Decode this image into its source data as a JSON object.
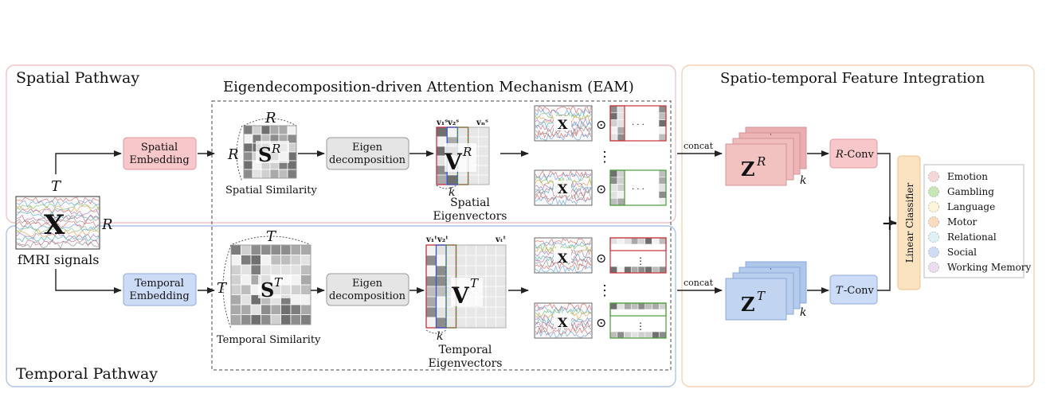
{
  "spatial_pathway": {
    "title": "Spatial Pathway",
    "embedding_label_line1": "Spatial",
    "embedding_label_line2": "Embedding",
    "similarity_caption": "Spatial Similarity",
    "eigenvectors_caption_line1": "Spatial",
    "eigenvectors_caption_line2": "Eigenvectors",
    "matrix_symbol": "S",
    "matrix_superscript": "R",
    "eigvec_symbol": "V",
    "eigvec_superscript": "R",
    "dim_label": "R",
    "vector_labels": [
      "v₁ˢ",
      "v₂ˢ",
      "vₙˢ"
    ]
  },
  "temporal_pathway": {
    "title": "Temporal Pathway",
    "embedding_label_line1": "Temporal",
    "embedding_label_line2": "Embedding",
    "similarity_caption": "Temporal Similarity",
    "eigenvectors_caption_line1": "Temporal",
    "eigenvectors_caption_line2": "Eigenvectors",
    "matrix_symbol": "S",
    "matrix_superscript": "T",
    "eigvec_symbol": "V",
    "eigvec_superscript": "T",
    "dim_label": "T",
    "vector_labels": [
      "v₁ᵗ",
      "v₂ᵗ",
      "vₜᵗ"
    ]
  },
  "eam": {
    "title": "Eigendecomposition-driven Attention Mechanism (EAM)",
    "eigen_line1": "Eigen",
    "eigen_line2": "decomposition",
    "k_label": "k",
    "x_symbol": "X",
    "odot": "⊙",
    "ellipsis_h": "· · ·",
    "ellipsis_v": "⋮"
  },
  "input": {
    "symbol": "X",
    "caption": "fMRI signals",
    "rows_label": "R",
    "cols_label": "T"
  },
  "integration": {
    "title": "Spatio-temporal Feature Integration",
    "concat_label": "concat",
    "z_symbol": "Z",
    "z_spatial_sup": "R",
    "z_temporal_sup": "T",
    "k_label": "k",
    "r_conv_prefix": "R",
    "t_conv_prefix": "T",
    "conv_suffix": "-Conv",
    "plus": "+",
    "classifier_label": "Linear Classifier"
  },
  "legend": {
    "items": [
      {
        "label": "Emotion",
        "color": "#f6d7d9"
      },
      {
        "label": "Gambling",
        "color": "#c6e6b4"
      },
      {
        "label": "Language",
        "color": "#fcf5d7"
      },
      {
        "label": "Motor",
        "color": "#f9dcbd"
      },
      {
        "label": "Relational",
        "color": "#dff1f4"
      },
      {
        "label": "Social",
        "color": "#cfdcf4"
      },
      {
        "label": "Working Memory",
        "color": "#ebdcef"
      }
    ]
  },
  "colors": {
    "spatial_region_border": "#f2c4c7",
    "temporal_region_border": "#aec4e6",
    "integration_region_border": "#f4d3b4",
    "spatial_embed_fill": "#f7c7c9",
    "spatial_embed_stroke": "#e09a9e",
    "temporal_embed_fill": "#cddcf6",
    "temporal_embed_stroke": "#8eaad8",
    "eigen_box_fill": "#e5e5e5",
    "classifier_fill": "#fbe3c2",
    "z_spatial": "#efb8b5",
    "z_temporal": "#bcd0ee",
    "red_outline": "#c8323a",
    "blue_outline": "#3a55c8",
    "green_outline": "#4a9d3a"
  }
}
